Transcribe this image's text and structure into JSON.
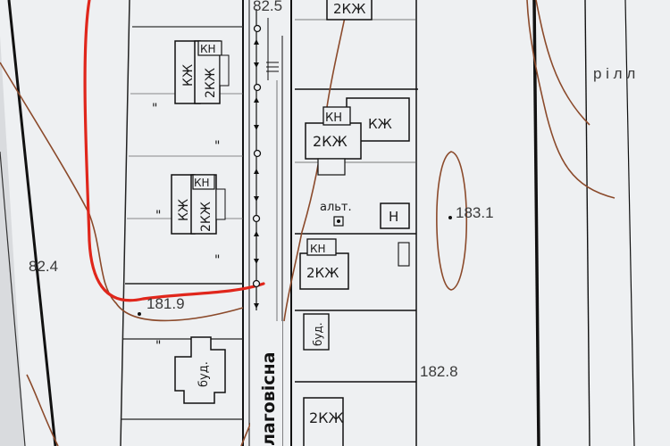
{
  "map": {
    "street_name": "лаговісна",
    "elevations": {
      "top": "82.5",
      "left_edge": "82.4",
      "center_left": "181.9",
      "right_oval": "183.1",
      "bottom_right": "182.8"
    },
    "annotations": {
      "field_label": "р і л л",
      "alt_label": "альт.",
      "h_label": "Н"
    },
    "buildings": {
      "top_right": "2КЖ",
      "upper_left_a_kh": "КЖ",
      "upper_left_a_kn": "КН",
      "upper_left_a_2kh": "2КЖ",
      "upper_left_b_kh": "КЖ",
      "upper_left_b_kn": "КН",
      "upper_left_b_2kh": "2КЖ",
      "right_a_kn": "КН",
      "right_a_kh": "КЖ",
      "right_a_2kh": "2КЖ",
      "right_b_kn": "КН",
      "right_b_2kh": "2КЖ",
      "right_c_bud": "буд.",
      "bottom_left_bud": "буд.",
      "bottom_right_2kh": "2КЖ"
    },
    "marks": {
      "double_tick": "\""
    },
    "colors": {
      "paper": "#eef0f2",
      "ink": "#111111",
      "contour": "#8b4a2b",
      "highlight": "#e0261b"
    }
  }
}
